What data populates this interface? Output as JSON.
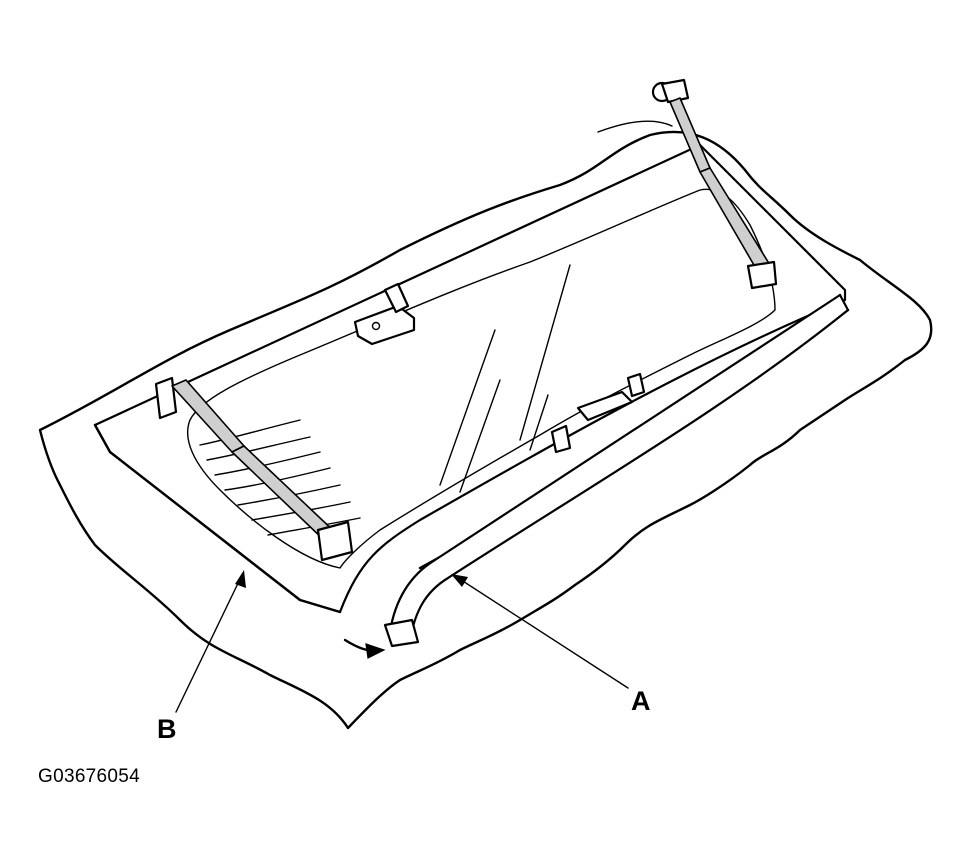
{
  "callouts": {
    "a": "A",
    "b": "B"
  },
  "figure_code": "G03676054",
  "colors": {
    "line": "#000000",
    "background": "#ffffff",
    "strut": "#cfcfcf"
  }
}
